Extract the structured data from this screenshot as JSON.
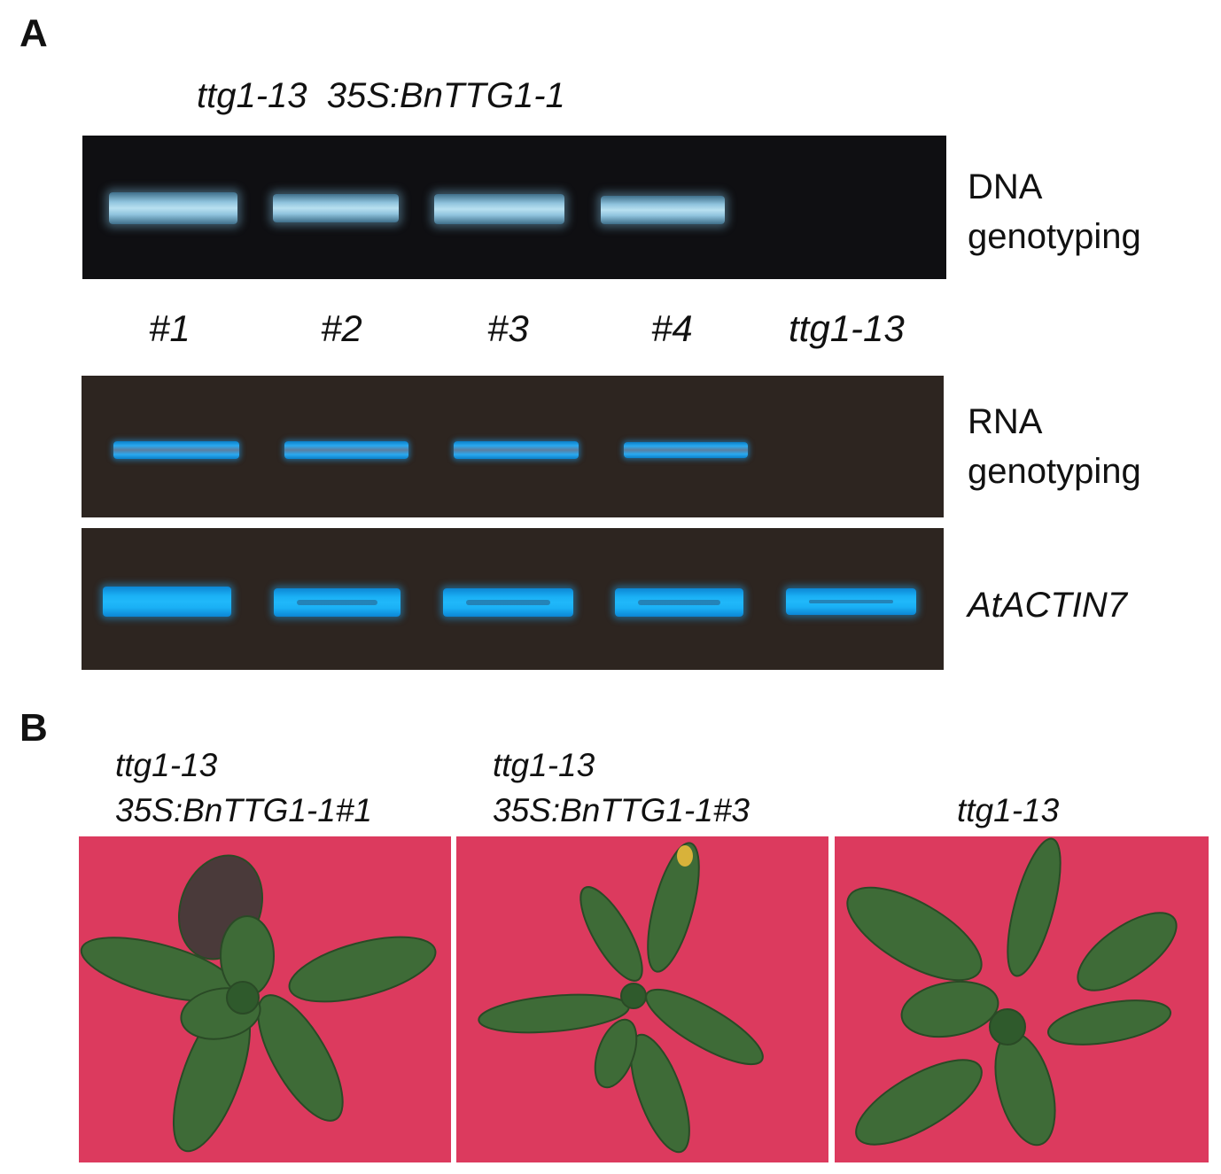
{
  "panel_a": {
    "letter": "A",
    "title_genotype": "ttg1-13",
    "title_construct": "35S:BnTTG1-1",
    "gel_labels": {
      "dna_line1": "DNA",
      "dna_line2": "genotyping",
      "rna_line1": "RNA",
      "rna_line2": "genotyping",
      "actin": "AtACTIN7"
    },
    "lanes": [
      "#1",
      "#2",
      "#3",
      "#4",
      "ttg1-13"
    ]
  },
  "panel_b": {
    "letter": "B",
    "photos": [
      {
        "line1": "ttg1-13",
        "line2": "35S:BnTTG1-1#1"
      },
      {
        "line1": "ttg1-13",
        "line2": "35S:BnTTG1-1#3"
      },
      {
        "line1": "",
        "line2": "ttg1-13"
      }
    ]
  },
  "colors": {
    "photo_background": "#dc3a5e",
    "leaf": "#3e6b37",
    "band_blue": "#1ab0f5"
  }
}
